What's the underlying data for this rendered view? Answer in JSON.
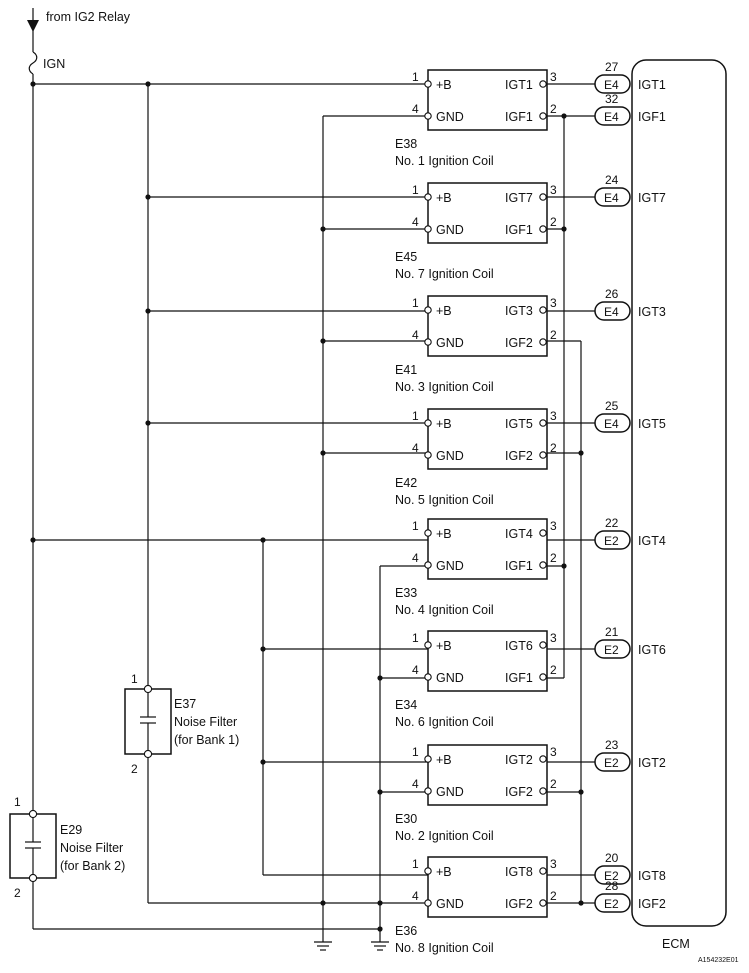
{
  "source": {
    "label": "from IG2 Relay",
    "fuse_label": "IGN"
  },
  "coils": [
    {
      "id": "E38",
      "name": "No. 1 Ignition Coil",
      "plus_label": "+B",
      "gnd_label": "GND",
      "igt_label": "IGT1",
      "igf_label": "IGF1",
      "pin_b": "1",
      "pin_gnd": "4",
      "pin_igt": "3",
      "pin_igf": "2"
    },
    {
      "id": "E45",
      "name": "No. 7 Ignition Coil",
      "plus_label": "+B",
      "gnd_label": "GND",
      "igt_label": "IGT7",
      "igf_label": "IGF1",
      "pin_b": "1",
      "pin_gnd": "4",
      "pin_igt": "3",
      "pin_igf": "2"
    },
    {
      "id": "E41",
      "name": "No. 3 Ignition Coil",
      "plus_label": "+B",
      "gnd_label": "GND",
      "igt_label": "IGT3",
      "igf_label": "IGF2",
      "pin_b": "1",
      "pin_gnd": "4",
      "pin_igt": "3",
      "pin_igf": "2"
    },
    {
      "id": "E42",
      "name": "No. 5 Ignition Coil",
      "plus_label": "+B",
      "gnd_label": "GND",
      "igt_label": "IGT5",
      "igf_label": "IGF2",
      "pin_b": "1",
      "pin_gnd": "4",
      "pin_igt": "3",
      "pin_igf": "2"
    },
    {
      "id": "E33",
      "name": "No. 4 Ignition Coil",
      "plus_label": "+B",
      "gnd_label": "GND",
      "igt_label": "IGT4",
      "igf_label": "IGF1",
      "pin_b": "1",
      "pin_gnd": "4",
      "pin_igt": "3",
      "pin_igf": "2"
    },
    {
      "id": "E34",
      "name": "No. 6 Ignition Coil",
      "plus_label": "+B",
      "gnd_label": "GND",
      "igt_label": "IGT6",
      "igf_label": "IGF1",
      "pin_b": "1",
      "pin_gnd": "4",
      "pin_igt": "3",
      "pin_igf": "2"
    },
    {
      "id": "E30",
      "name": "No. 2 Ignition Coil",
      "plus_label": "+B",
      "gnd_label": "GND",
      "igt_label": "IGT2",
      "igf_label": "IGF2",
      "pin_b": "1",
      "pin_gnd": "4",
      "pin_igt": "3",
      "pin_igf": "2"
    },
    {
      "id": "E36",
      "name": "No. 8 Ignition Coil",
      "plus_label": "+B",
      "gnd_label": "GND",
      "igt_label": "IGT8",
      "igf_label": "IGF2",
      "pin_b": "1",
      "pin_gnd": "4",
      "pin_igt": "3",
      "pin_igf": "2"
    }
  ],
  "ecm": {
    "label": "ECM",
    "pins": [
      {
        "num": "27",
        "conn": "E4",
        "signal": "IGT1"
      },
      {
        "num": "32",
        "conn": "E4",
        "signal": "IGF1"
      },
      {
        "num": "24",
        "conn": "E4",
        "signal": "IGT7"
      },
      {
        "num": "26",
        "conn": "E4",
        "signal": "IGT3"
      },
      {
        "num": "25",
        "conn": "E4",
        "signal": "IGT5"
      },
      {
        "num": "22",
        "conn": "E2",
        "signal": "IGT4"
      },
      {
        "num": "21",
        "conn": "E2",
        "signal": "IGT6"
      },
      {
        "num": "23",
        "conn": "E2",
        "signal": "IGT2"
      },
      {
        "num": "20",
        "conn": "E2",
        "signal": "IGT8"
      },
      {
        "num": "28",
        "conn": "E2",
        "signal": "IGF2"
      }
    ]
  },
  "filters": [
    {
      "id": "E37",
      "title": "Noise Filter",
      "sub": "(for Bank 1)",
      "pin_top": "1",
      "pin_bottom": "2"
    },
    {
      "id": "E29",
      "title": "Noise Filter",
      "sub": "(for Bank 2)",
      "pin_top": "1",
      "pin_bottom": "2"
    }
  ],
  "figure_id": "A154232E01"
}
